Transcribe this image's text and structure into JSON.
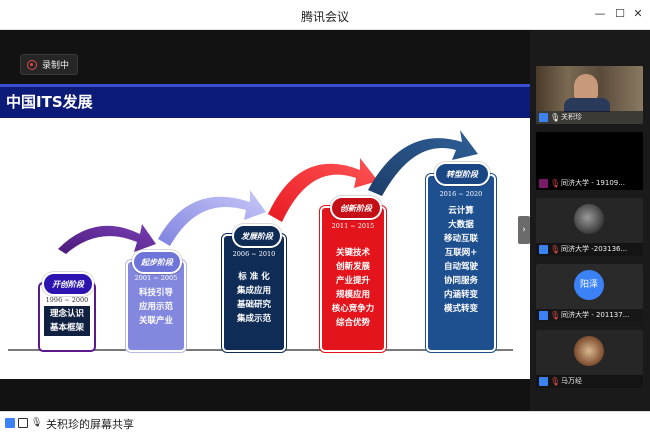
{
  "window": {
    "title": "腾讯会议"
  },
  "recording": {
    "label": "录制中"
  },
  "slide": {
    "title": "中国ITS发展",
    "stages": [
      {
        "name": "开创阶段",
        "years": "1996  ~  2000",
        "items": [
          "理念认识",
          "基本框架"
        ]
      },
      {
        "name": "起步阶段",
        "years": "2001  ~  2005",
        "items": [
          "科技引导",
          "应用示范",
          "关联产业"
        ]
      },
      {
        "name": "发展阶段",
        "years": "2006  ~  2010",
        "items": [
          "标 准 化",
          "集成应用",
          "基础研究",
          "集成示范"
        ]
      },
      {
        "name": "创新阶段",
        "years": "2011  ~  2015",
        "items": [
          "关键技术",
          "创新发展",
          "产业提升",
          "规模应用",
          "核心竞争力",
          "综合优势"
        ]
      },
      {
        "name": "转型阶段",
        "years": "2016  ~  2020",
        "items": [
          "云计算",
          "大数据",
          "移动互联",
          "互联网+",
          "自动驾驶",
          "协同服务",
          "内涵转变",
          "模式转变"
        ]
      }
    ]
  },
  "participants": [
    {
      "name": "关积珍"
    },
    {
      "name": "同济大学 - 19109..."
    },
    {
      "name": "同济大学 -203136..."
    },
    {
      "name": "同济大学 - 201137...",
      "avatar_text": "阳泽"
    },
    {
      "name": "马万经"
    }
  ],
  "bottom": {
    "share_text": "关积珍的屏幕共享"
  },
  "colors": {
    "stage1": "#5a1a8c",
    "stage2": "#7f7fe0",
    "stage3": "#0f2c57",
    "stage4": "#e3141c",
    "stage5": "#1e4f8f"
  }
}
